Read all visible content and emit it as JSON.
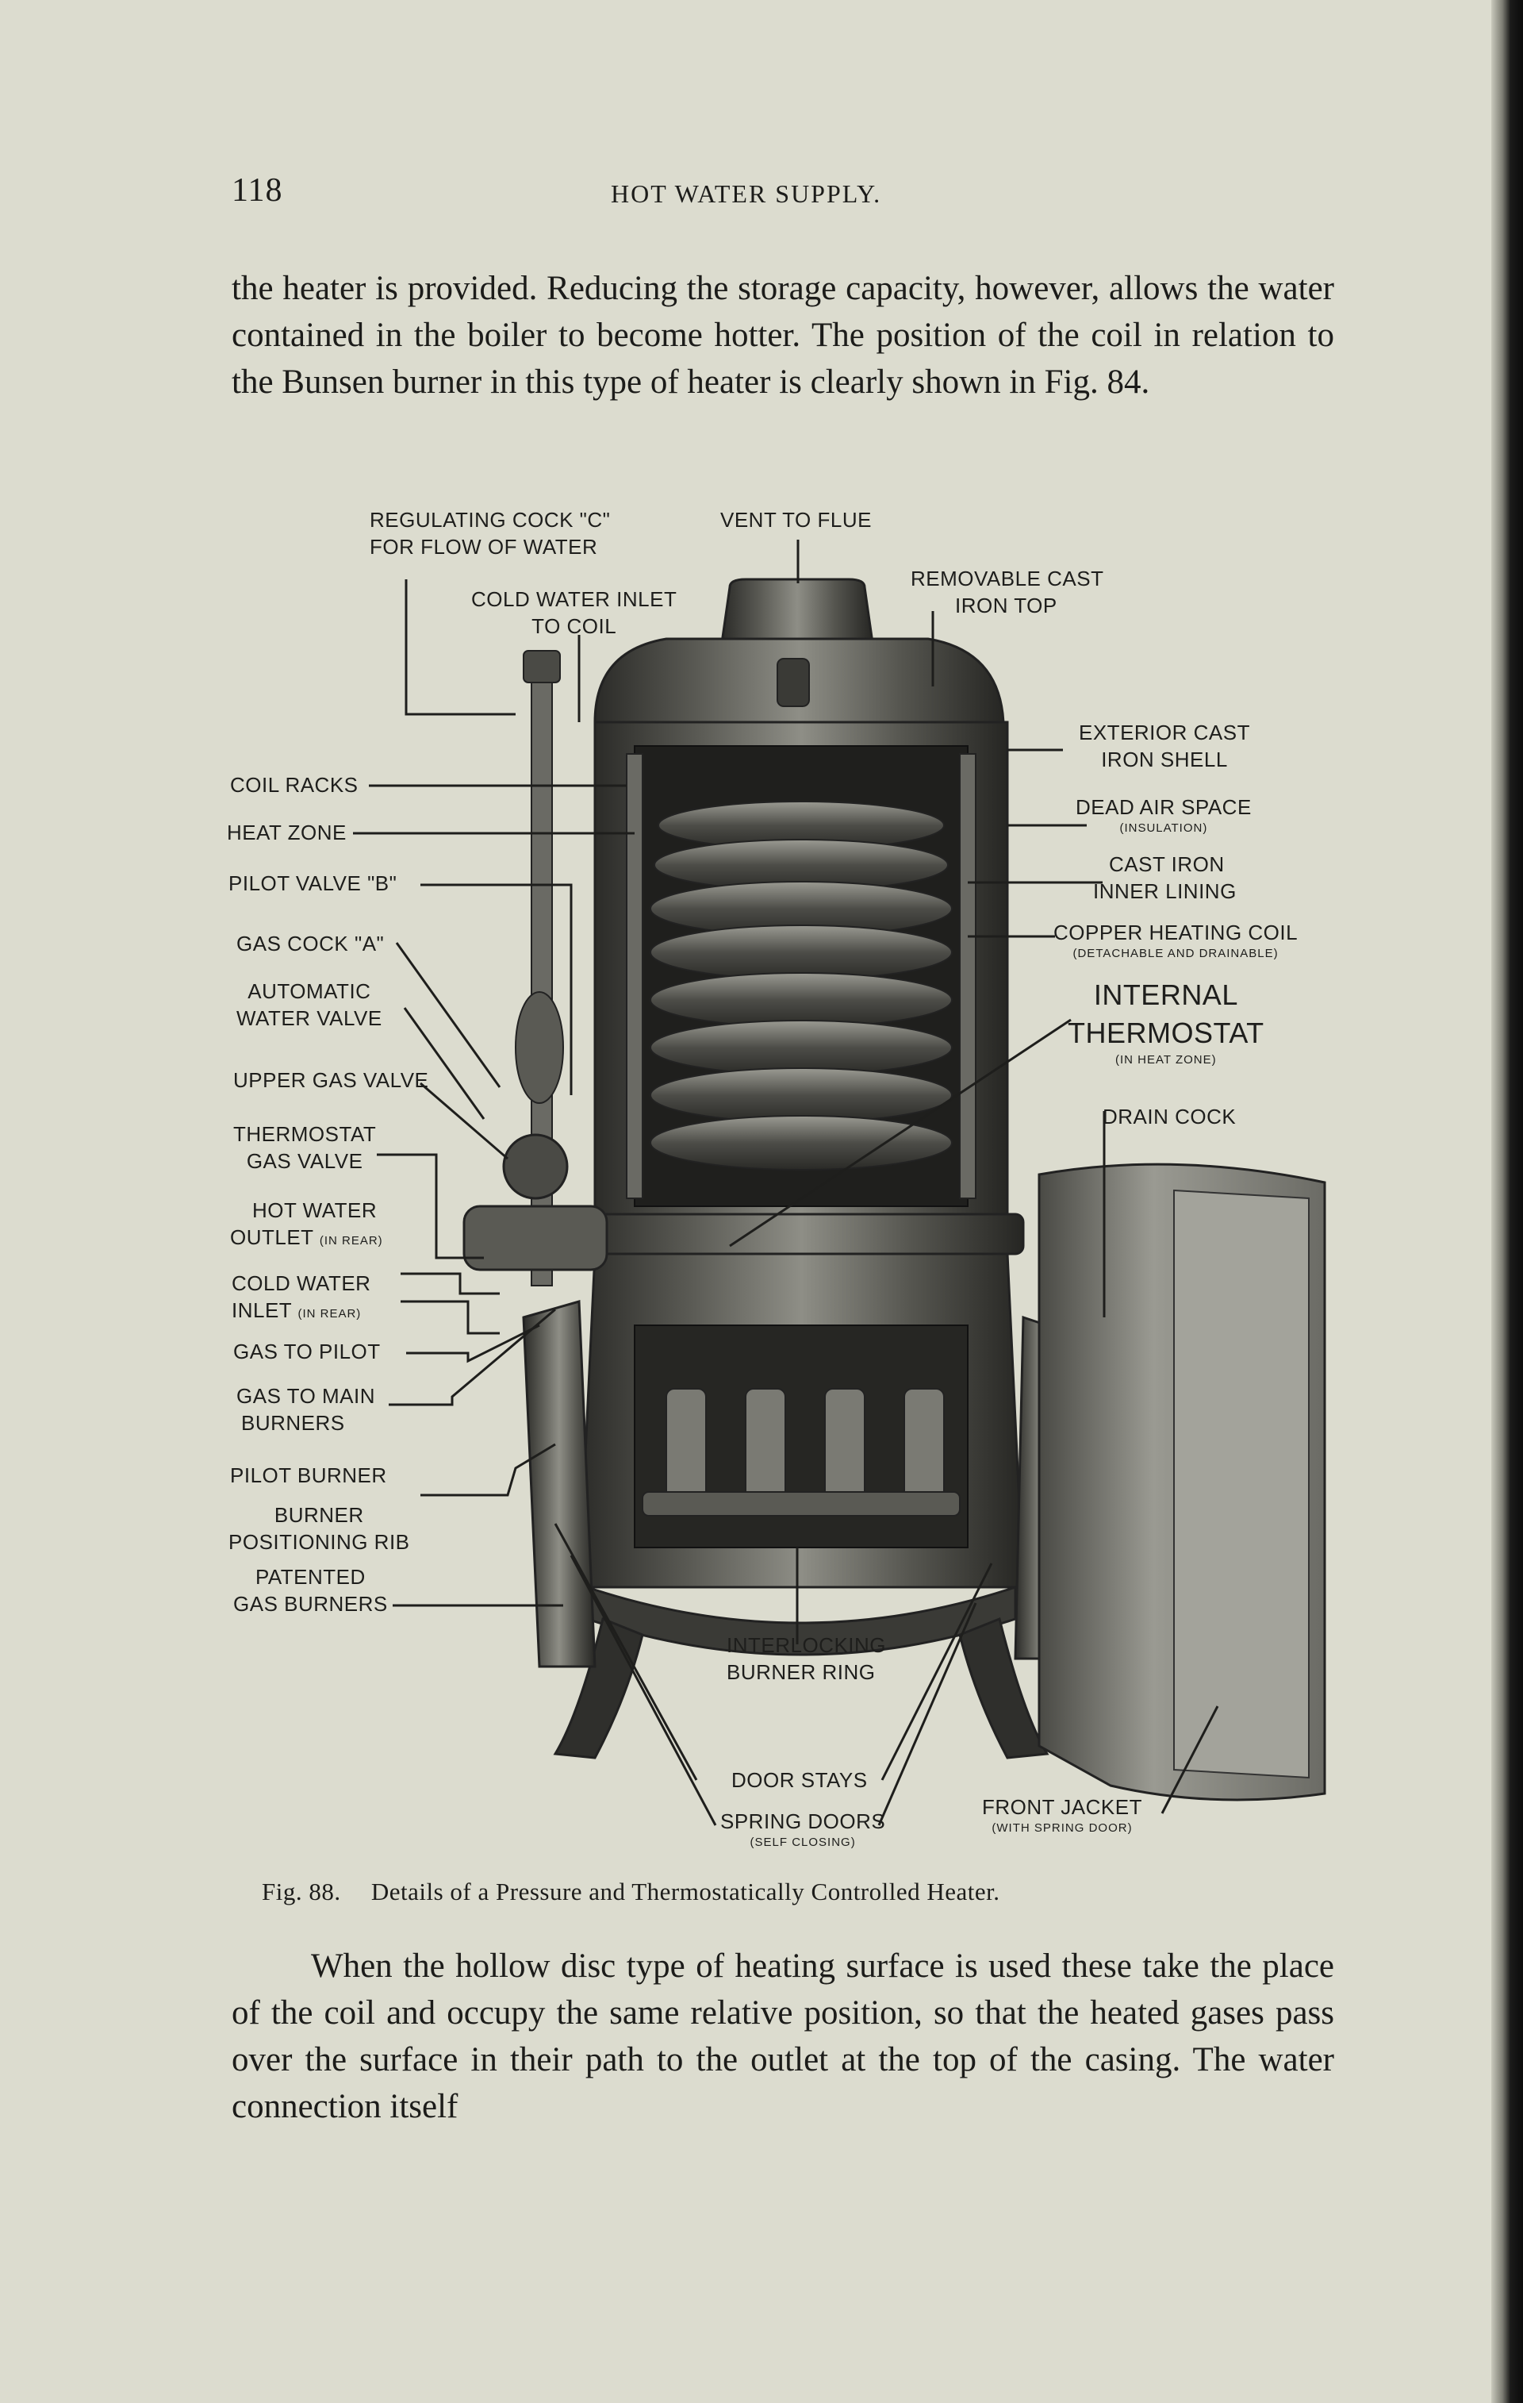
{
  "header": {
    "page_number": "118",
    "running_title": "HOT WATER SUPPLY."
  },
  "paragraphs": [
    "the heater is provided. Reducing the storage capacity, however, allows the water contained in the boiler to become hotter. The position of the coil in relation to the Bunsen burner in this type of heater is clearly shown in Fig. 84.",
    "When the hollow disc type of heating surface is used these take the place of the coil and occupy the same relative position, so that the heated gases pass over the surface in their path to the outlet at the top of the casing. The water connection itself"
  ],
  "figure": {
    "caption_number": "Fig. 88.",
    "caption_text": "Details of a Pressure and Thermostatically Controlled Heater.",
    "labels": {
      "regulating_cock_1": "REGULATING COCK \"C\"",
      "regulating_cock_2": "FOR FLOW OF WATER",
      "vent_to_flue": "VENT TO FLUE",
      "cold_water_inlet_1": "COLD WATER INLET",
      "cold_water_inlet_2": "TO COIL",
      "removable_top_1": "REMOVABLE CAST",
      "removable_top_2": "IRON TOP",
      "exterior_shell_1": "EXTERIOR CAST",
      "exterior_shell_2": "IRON SHELL",
      "dead_air_space": "DEAD AIR SPACE",
      "dead_air_space_sub": "(INSULATION)",
      "inner_lining_1": "CAST IRON",
      "inner_lining_2": "INNER LINING",
      "copper_coil": "COPPER HEATING COIL",
      "copper_coil_sub": "(DETACHABLE AND DRAINABLE)",
      "internal_thermostat_1": "INTERNAL",
      "internal_thermostat_2": "THERMOSTAT",
      "internal_thermostat_sub": "(IN HEAT ZONE)",
      "drain_cock": "DRAIN COCK",
      "coil_racks": "COIL RACKS",
      "heat_zone": "HEAT ZONE",
      "pilot_valve": "PILOT VALVE \"B\"",
      "gas_cock": "GAS COCK \"A\"",
      "automatic_valve_1": "AUTOMATIC",
      "automatic_valve_2": "WATER VALVE",
      "upper_gas_valve": "UPPER GAS VALVE",
      "thermostat_gas_valve_1": "THERMOSTAT",
      "thermostat_gas_valve_2": "GAS VALVE",
      "hot_water_outlet_1": "HOT WATER",
      "hot_water_outlet_2": "OUTLET",
      "hot_water_outlet_sub": "(IN REAR)",
      "cold_water_inlet_rear_1": "COLD WATER",
      "cold_water_inlet_rear_2": "INLET",
      "cold_water_inlet_rear_sub": "(IN REAR)",
      "gas_to_pilot": "GAS TO PILOT",
      "gas_to_main_1": "GAS TO MAIN",
      "gas_to_main_2": "BURNERS",
      "pilot_burner": "PILOT BURNER",
      "burner_rib_1": "BURNER",
      "burner_rib_2": "POSITIONING RIB",
      "patented_burners_1": "PATENTED",
      "patented_burners_2": "GAS BURNERS",
      "interlocking_ring_1": "INTERLOCKING",
      "interlocking_ring_2": "BURNER RING",
      "door_stays": "DOOR STAYS",
      "spring_doors": "SPRING DOORS",
      "spring_doors_sub": "(SELF CLOSING)",
      "front_jacket": "FRONT JACKET",
      "front_jacket_sub": "(WITH SPRING DOOR)"
    }
  },
  "colors": {
    "paper": "#dcdccf",
    "ink": "#1c1c1a",
    "metal_dark": "#2b2b28",
    "metal_mid": "#5a5a54",
    "metal_light": "#8e8e86"
  }
}
